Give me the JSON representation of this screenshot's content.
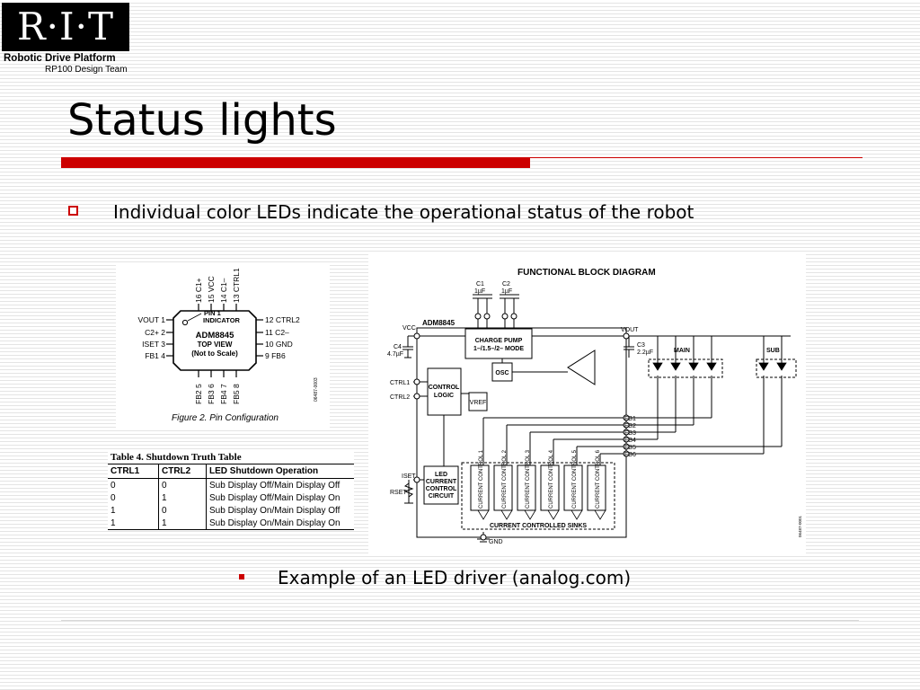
{
  "logo": {
    "mark": "R·I·T",
    "line1": "Robotic Drive Platform",
    "line2": "RP100 Design Team"
  },
  "slide": {
    "title": "Status lights",
    "bullet1": "Individual color LEDs indicate the operational status of the robot",
    "bullet2": "Example of an LED driver (analog.com)"
  },
  "pin_config": {
    "chip": "ADM8845",
    "view": "TOP VIEW",
    "scale": "(Not to Scale)",
    "pin1_a": "PIN 1",
    "pin1_b": "INDICATOR",
    "top_pins": [
      "16 C1+",
      "15 VCC",
      "14 C1–",
      "13 CTRL1"
    ],
    "left_pins": [
      "VOUT 1",
      "C2+ 2",
      "ISET 3",
      "FB1 4"
    ],
    "right_pins": [
      "12 CTRL2",
      "11 C2–",
      "10 GND",
      "9 FB6"
    ],
    "bottom_pins": [
      "FB2 5",
      "FB3 6",
      "FB4 7",
      "FB5 8"
    ],
    "caption": "Figure 2. Pin Configuration",
    "code": "06487-0003"
  },
  "truth_table": {
    "caption": "Table 4. Shutdown Truth Table",
    "headers": [
      "CTRL1",
      "CTRL2",
      "LED Shutdown Operation"
    ],
    "rows": [
      [
        "0",
        "0",
        "Sub Display Off/Main Display Off"
      ],
      [
        "0",
        "1",
        "Sub Display Off/Main Display On"
      ],
      [
        "1",
        "0",
        "Sub Display On/Main Display Off"
      ],
      [
        "1",
        "1",
        "Sub Display On/Main Display On"
      ]
    ]
  },
  "block_diagram": {
    "title": "FUNCTIONAL BLOCK DIAGRAM",
    "chip": "ADM8845",
    "vcc": "VCC",
    "c1": "C1",
    "c1_val": "1µF",
    "c2": "C2",
    "c2_val": "1µF",
    "c4": "C4",
    "c4_val": "4.7µF",
    "c3": "C3",
    "c3_val": "2.2µF",
    "vout": "VOUT",
    "charge_pump_1": "CHARGE PUMP",
    "charge_pump_2": "1–/1.5–/2– MODE",
    "osc": "OSC",
    "ctrl1": "CTRL1",
    "ctrl2": "CTRL2",
    "control_logic_1": "CONTROL",
    "control_logic_2": "LOGIC",
    "vref": "VREF",
    "iset": "ISET",
    "rset": "RSET",
    "led_current_1": "LED",
    "led_current_2": "CURRENT",
    "led_current_3": "CONTROL",
    "led_current_4": "CIRCUIT",
    "main": "MAIN",
    "sub": "SUB",
    "fb": [
      "FB1",
      "FB2",
      "FB3",
      "FB4",
      "FB5",
      "FB6"
    ],
    "sinks": [
      "CURRENT CONTROL 1",
      "CURRENT CONTROL 2",
      "CURRENT CONTROL 3",
      "CURRENT CONTROL 4",
      "CURRENT CONTROL 5",
      "CURRENT CONTROL 6"
    ],
    "sinks_label": "CURRENT CONTROLLED SINKS",
    "gnd": "GND",
    "code": "06487-0001"
  },
  "colors": {
    "accent_red": "#cc0000"
  }
}
